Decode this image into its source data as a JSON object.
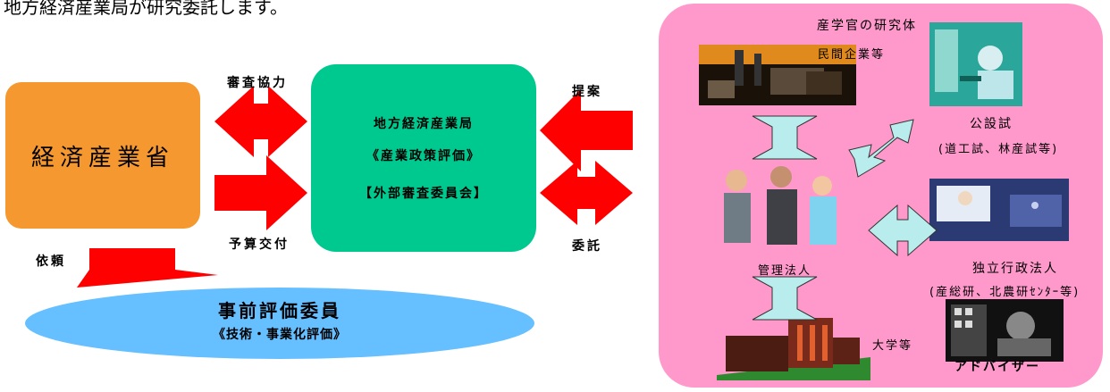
{
  "intro_text": "地方経済産業局が研究委託します。",
  "meti": {
    "label": "経済産業省"
  },
  "bureau": {
    "name": "地方経済産業局",
    "policy_eval": "《産業政策評価》",
    "committee": "【外部審査委員会】"
  },
  "arrows": {
    "review_cooperation": "審査協力",
    "budget_grant": "予算交付",
    "proposal": "提案",
    "commission": "委託",
    "request": "依頼"
  },
  "evaluators": {
    "title": "事前評価委員",
    "subtitle": "《技術・事業化評価》"
  },
  "consortium": {
    "title": "産学官の研究体",
    "private_companies": "民間企業等",
    "public_labs": "公設試",
    "public_labs_examples": "(道工試、林産試等)",
    "managing_corp": "管理法人",
    "independent_agencies": "独立行政法人",
    "independent_agencies_examples": "(産総研、北農研ｾﾝﾀｰ等)",
    "universities": "大学等",
    "advisor": "アドバイザー"
  },
  "colors": {
    "meti_box": "#f5982f",
    "bureau_box": "#00c98f",
    "arrow_red": "#ff0000",
    "evaluator_ellipse": "#66bfff",
    "consortium_panel": "#ff99cc",
    "consortium_arrows": "#b9ecec"
  }
}
